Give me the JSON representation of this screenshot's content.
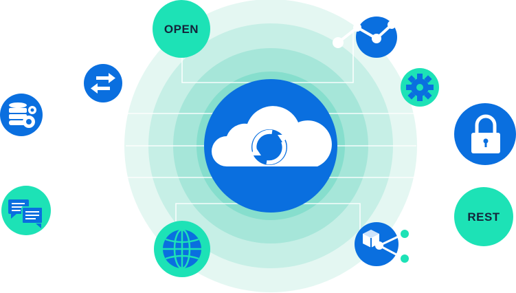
{
  "labels": {
    "open": "OPEN",
    "rest": "REST"
  },
  "colors": {
    "blue": "#0a6fdf",
    "teal": "#1de2b6",
    "ring_outer": "#e4f7f2",
    "ring_2": "#c6efe6",
    "ring_3": "#a6e6d9",
    "ring_inner": "#86decd",
    "line": "#ffffff",
    "dark_text": "#14233a"
  },
  "icons": {
    "center": "cloud-sync-icon",
    "open_badge": "open-badge",
    "analytics": "line-chart-icon",
    "transfer": "swap-arrows-icon",
    "settings": "gear-icon",
    "database": "database-gear-icon",
    "security": "padlock-icon",
    "messages": "chat-bubbles-icon",
    "rest_badge": "rest-badge",
    "web": "globe-icon",
    "modules": "cube-network-icon"
  }
}
